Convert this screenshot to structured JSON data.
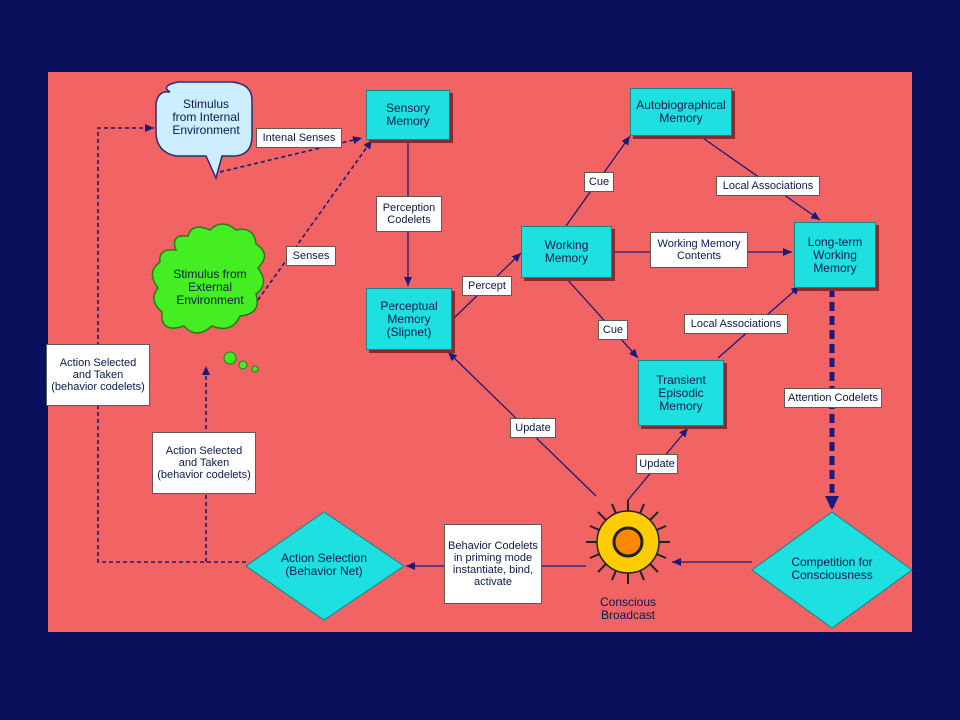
{
  "nodes": {
    "internal_stimulus": "Stimulus\nfrom Internal\nEnvironment",
    "external_stimulus": "Stimulus from\nExternal\nEnvironment",
    "sensory_memory": "Sensory\nMemory",
    "perceptual_memory": "Perceptual\nMemory\n(Slipnet)",
    "working_memory": "Working\nMemory",
    "autobiographical_memory": "Autobiographical\nMemory",
    "long_term_working_memory": "Long-term\nWorking\nMemory",
    "transient_episodic_memory": "Transient\nEpisodic\nMemory",
    "competition": "Competition for\nConsciousness",
    "action_selection": "Action Selection\n(Behavior Net)",
    "conscious_broadcast": "Conscious\nBroadcast"
  },
  "edge_labels": {
    "internal_senses": "Intenal Senses",
    "senses": "Senses",
    "perception_codelets": "Perception\nCodelets",
    "percept": "Percept",
    "cue_upper": "Cue",
    "cue_lower": "Cue",
    "local_associations_upper": "Local Associations",
    "local_associations_lower": "Local Associations",
    "working_memory_contents": "Working Memory\nContents",
    "attention_codelets": "Attention Codelets",
    "update_left": "Update",
    "update_right": "Update",
    "behavior_codelets": "Behavior Codelets\nin priming mode\ninstantiate, bind,\nactivate",
    "action_taken_outer": "Action Selected\nand Taken\n(behavior codelets)",
    "action_taken_inner": "Action Selected\nand Taken\n(behavior codelets)"
  },
  "colors": {
    "background": "#0a0f5c",
    "panel": "#f26464",
    "box": "#1ee0e0",
    "cloud_internal": "#cceeff",
    "cloud_external": "#44ee22",
    "sun": "#ffcc00",
    "arrow": "#1a1a7a"
  }
}
